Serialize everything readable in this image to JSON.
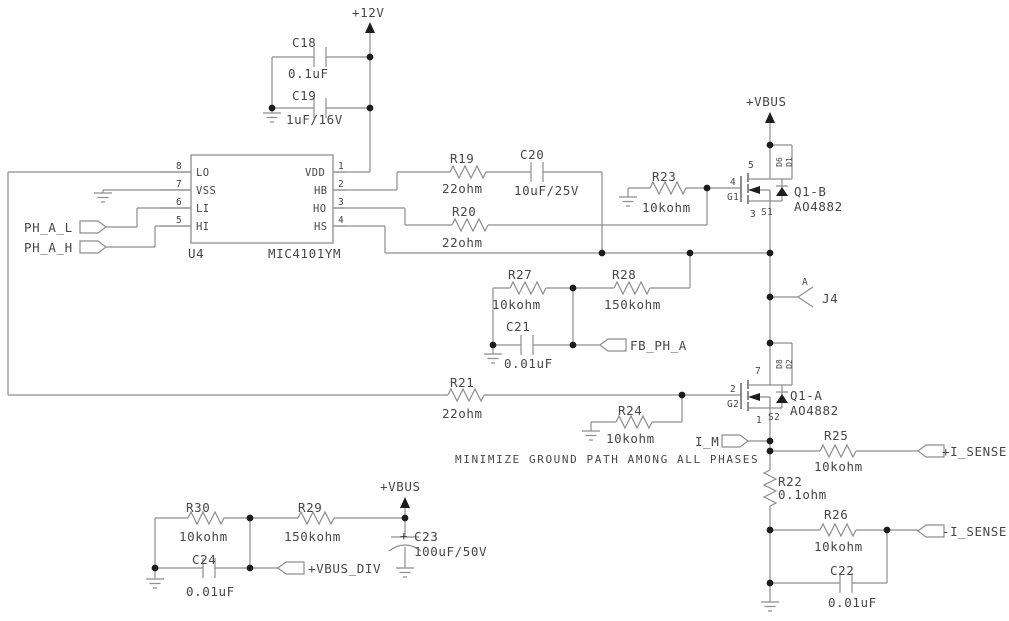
{
  "power": {
    "p12v": "+12V",
    "vbus_top": "+VBUS",
    "vbus_bottom": "+VBUS"
  },
  "note": "MINIMIZE GROUND PATH AMONG ALL PHASES",
  "u4": {
    "ref": "U4",
    "part": "MIC4101YM",
    "pins": {
      "n8": "8",
      "n7": "7",
      "n6": "6",
      "n5": "5",
      "n1": "1",
      "n2": "2",
      "n3": "3",
      "n4": "4",
      "lo": "LO",
      "vss": "VSS",
      "li": "LI",
      "hi": "HI",
      "vdd": "VDD",
      "hb": "HB",
      "ho": "HO",
      "hs": "HS"
    }
  },
  "q1b": {
    "ref": "Q1-B",
    "part": "AO4882",
    "pin_drain": "5",
    "pin_gate": "4",
    "pin_source": "3",
    "gate_name": "G1",
    "source_name": "S1",
    "drain_tag1": "D6",
    "drain_tag2": "D1"
  },
  "q1a": {
    "ref": "Q1-A",
    "part": "AO4882",
    "pin_drain": "7",
    "pin_gate": "2",
    "pin_source": "1",
    "gate_name": "G2",
    "source_name": "S2",
    "drain_tag1": "D8",
    "drain_tag2": "D2"
  },
  "res": {
    "r19": {
      "ref": "R19",
      "val": "22ohm"
    },
    "r20": {
      "ref": "R20",
      "val": "22ohm"
    },
    "r21": {
      "ref": "R21",
      "val": "22ohm"
    },
    "r22": {
      "ref": "R22",
      "val": "0.1ohm"
    },
    "r23": {
      "ref": "R23",
      "val": "10kohm"
    },
    "r24": {
      "ref": "R24",
      "val": "10kohm"
    },
    "r25": {
      "ref": "R25",
      "val": "10kohm"
    },
    "r26": {
      "ref": "R26",
      "val": "10kohm"
    },
    "r27": {
      "ref": "R27",
      "val": "10kohm"
    },
    "r28": {
      "ref": "R28",
      "val": "150kohm"
    },
    "r29": {
      "ref": "R29",
      "val": "150kohm"
    },
    "r30": {
      "ref": "R30",
      "val": "10kohm"
    }
  },
  "caps": {
    "c18": {
      "ref": "C18",
      "val": "0.1uF"
    },
    "c19": {
      "ref": "C19",
      "val": "1uF/16V"
    },
    "c20": {
      "ref": "C20",
      "val": "10uF/25V"
    },
    "c21": {
      "ref": "C21",
      "val": "0.01uF"
    },
    "c22": {
      "ref": "C22",
      "val": "0.01uF"
    },
    "c23": {
      "ref": "C23",
      "val": "100uF/50V",
      "polarity": "+"
    },
    "c24": {
      "ref": "C24",
      "val": "0.01uF"
    }
  },
  "ports": {
    "ph_a_l": "PH_A_L",
    "ph_a_h": "PH_A_H",
    "fb_ph_a": "FB_PH_A",
    "i_m": "I_M",
    "p_i_sense": "+I_SENSE",
    "n_i_sense": "-I_SENSE",
    "vbus_div": "+VBUS_DIV"
  },
  "j4": {
    "ref": "J4",
    "pin": "A"
  },
  "colors": {
    "wire": "#8e8e8e",
    "text": "#474747",
    "ink": "#1d1d1d",
    "background": "#ffffff"
  }
}
